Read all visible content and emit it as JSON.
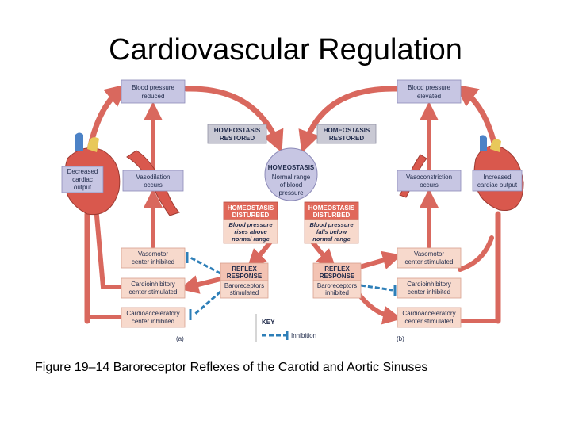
{
  "slide": {
    "title": "Cardiovascular Regulation",
    "caption": "Figure 19–14 Baroreceptor Reflexes of the Carotid and Aortic Sinuses"
  },
  "diagram": {
    "left": {
      "top_box": [
        "Blood pressure",
        "reduced"
      ],
      "restored": [
        "HOMEOSTASIS",
        "RESTORED"
      ],
      "cardiac_output": [
        "Decreased",
        "cardiac",
        "output"
      ],
      "vessel_change": [
        "Vasodilation",
        "occurs"
      ],
      "disturbed_header": [
        "HOMEOSTASIS",
        "DISTURBED"
      ],
      "disturbed_text": [
        "Blood pressure",
        "rises above",
        "normal range"
      ],
      "vasomotor": [
        "Vasomotor",
        "center inhibited"
      ],
      "reflex_header": [
        "REFLEX",
        "RESPONSE"
      ],
      "reflex_text": [
        "Baroreceptors",
        "stimulated"
      ],
      "cardioinhibitory": [
        "Cardioinhibitory",
        "center stimulated"
      ],
      "cardioacceleratory": [
        "Cardioacceleratory",
        "center inhibited"
      ],
      "panel_label": "(a)"
    },
    "right": {
      "top_box": [
        "Blood pressure",
        "elevated"
      ],
      "restored": [
        "HOMEOSTASIS",
        "RESTORED"
      ],
      "cardiac_output": [
        "Increased",
        "cardiac output"
      ],
      "vessel_change": [
        "Vasoconstriction",
        "occurs"
      ],
      "disturbed_header": [
        "HOMEOSTASIS",
        "DISTURBED"
      ],
      "disturbed_text": [
        "Blood pressure",
        "falls below",
        "normal range"
      ],
      "vasomotor": [
        "Vasomotor",
        "center stimulated"
      ],
      "reflex_header": [
        "REFLEX",
        "RESPONSE"
      ],
      "reflex_text": [
        "Baroreceptors",
        "inhibited"
      ],
      "cardioinhibitory": [
        "Cardioinhibitory",
        "center inhibited"
      ],
      "cardioacceleratory": [
        "Cardioacceleratory",
        "center stimulated"
      ],
      "panel_label": "(b)"
    },
    "center": {
      "header": "HOMEOSTASIS",
      "text": [
        "Normal range",
        "of blood",
        "pressure"
      ]
    },
    "key": {
      "title": "KEY",
      "inhibition_label": "Inhibition"
    },
    "colors": {
      "arrow": "#d9685e",
      "inhibition": "#2e7fb8",
      "disturbed_header": "#e0685a"
    }
  }
}
